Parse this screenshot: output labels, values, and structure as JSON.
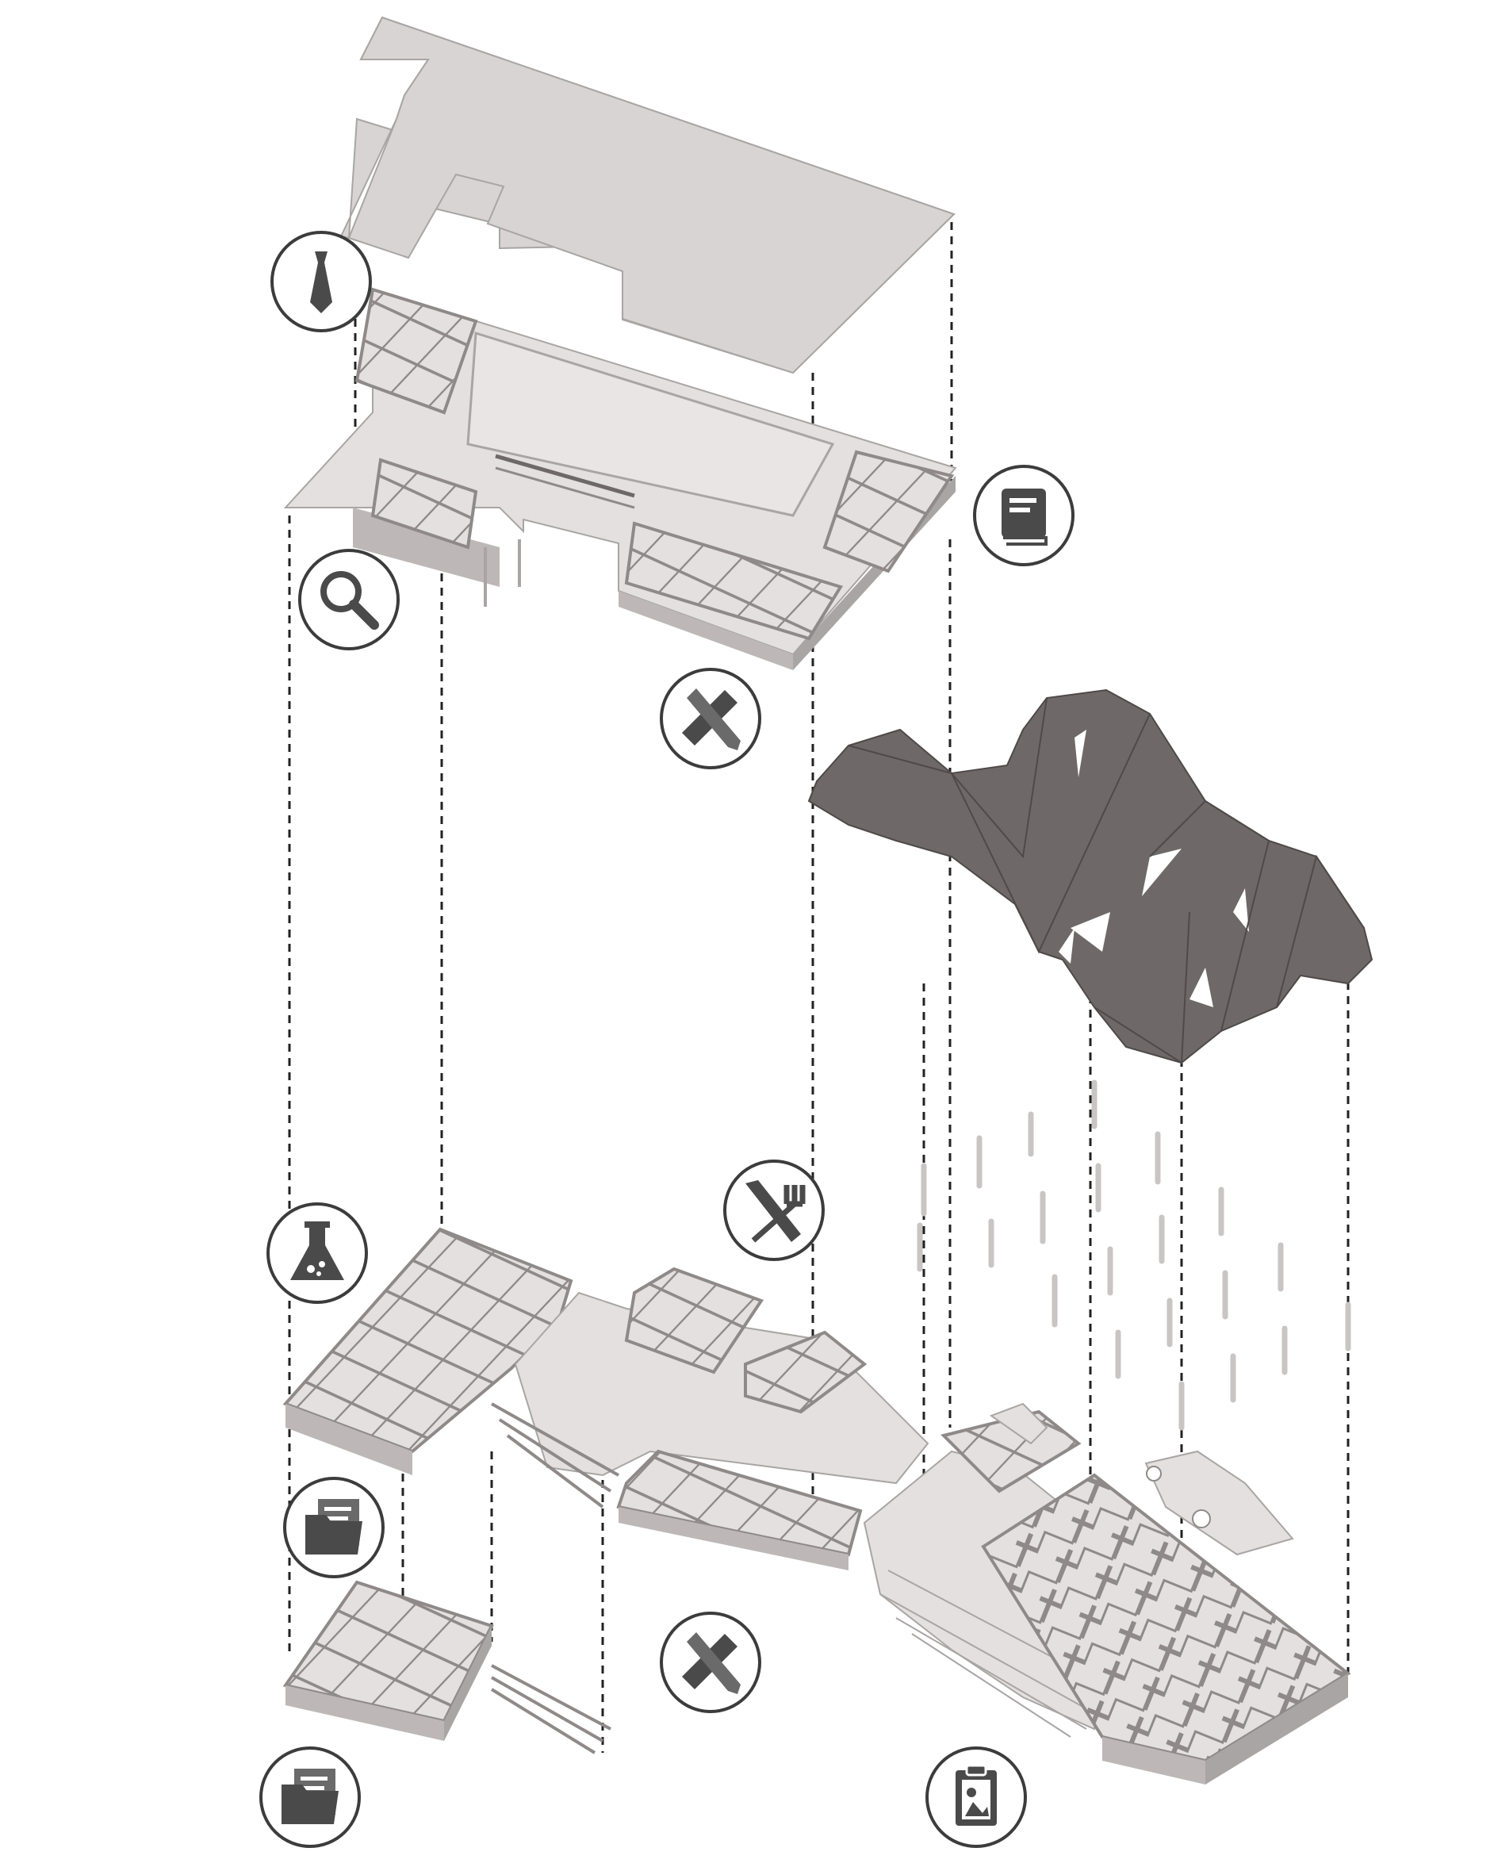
{
  "diagram": {
    "type": "exploded axonometric building diagram",
    "colors": {
      "background": "#ffffff",
      "slab": "#d8d4d3",
      "slab_edge": "#a9a5a4",
      "wall": "#bdb8b7",
      "wall_dark": "#8f8a89",
      "floor": "#e4e0df",
      "canopy": "#6e6968",
      "canopy_dark": "#4f4a49",
      "dashed_line": "#222222",
      "icon_ring": "#3c3c3c",
      "icon_fill": "#4a4a4a",
      "rain": "#c9c5c4"
    },
    "layers": [
      {
        "name": "roof-slab"
      },
      {
        "name": "upper-floor"
      },
      {
        "name": "folded-canopy"
      },
      {
        "name": "lower-floor"
      },
      {
        "name": "basement-block"
      }
    ],
    "icons": [
      {
        "name": "necktie-icon"
      },
      {
        "name": "book-icon"
      },
      {
        "name": "magnifier-icon"
      },
      {
        "name": "ruler-pencil-icon"
      },
      {
        "name": "knife-fork-icon"
      },
      {
        "name": "flask-icon"
      },
      {
        "name": "folder-icon"
      },
      {
        "name": "ruler-pencil-icon"
      },
      {
        "name": "folder-icon"
      },
      {
        "name": "clipboard-icon"
      }
    ]
  }
}
